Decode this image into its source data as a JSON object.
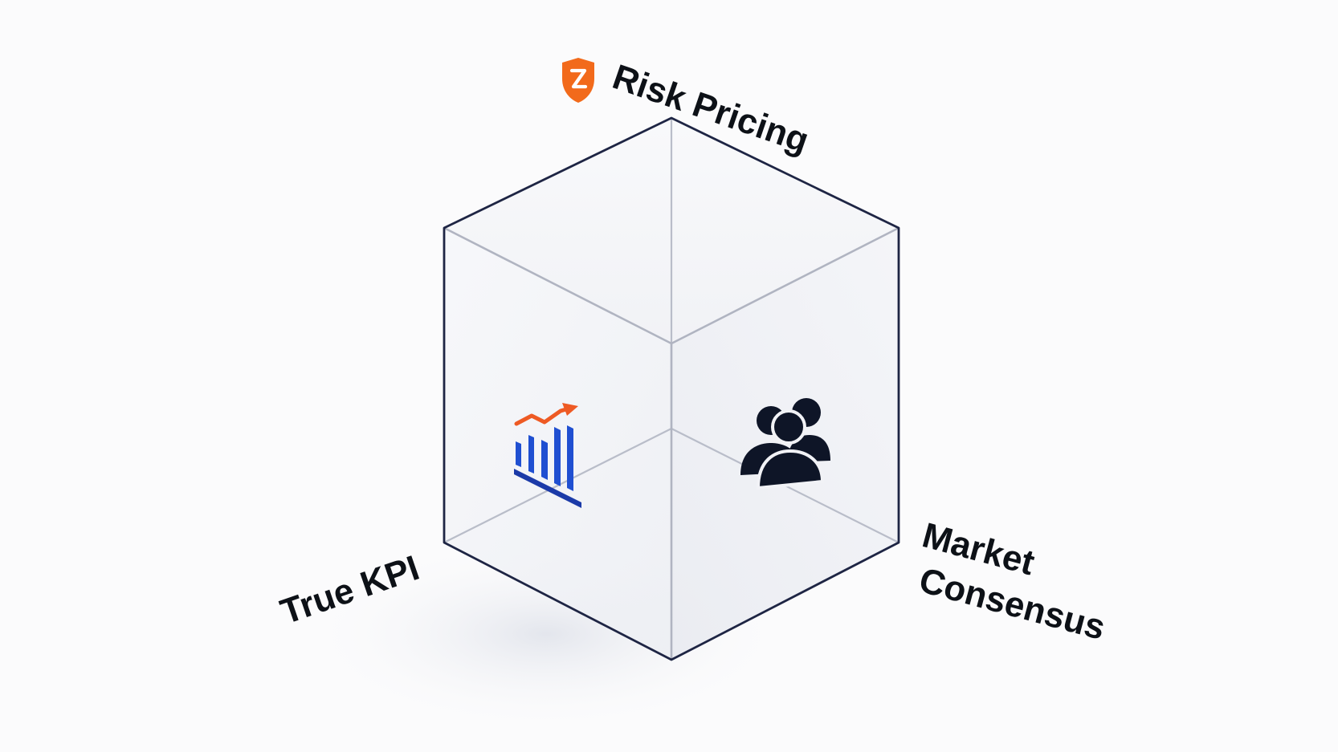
{
  "labels": {
    "risk_pricing": "Risk Pricing",
    "true_kpi": "True KPI",
    "market_line1": "Market",
    "market_line2": "Consensus"
  },
  "icons": {
    "risk": "shield-icon",
    "kpi": "bar-chart-trend-icon",
    "market": "people-group-icon"
  },
  "colors": {
    "cube_edge": "#1e2544",
    "cube_inner_edge": "#b8bcc8",
    "shield": "#f26a1b",
    "trend_arrow": "#ee5a24",
    "chart_bars": "#1f4fd1",
    "people": "#0e1527",
    "label_text": "#0d1117"
  }
}
